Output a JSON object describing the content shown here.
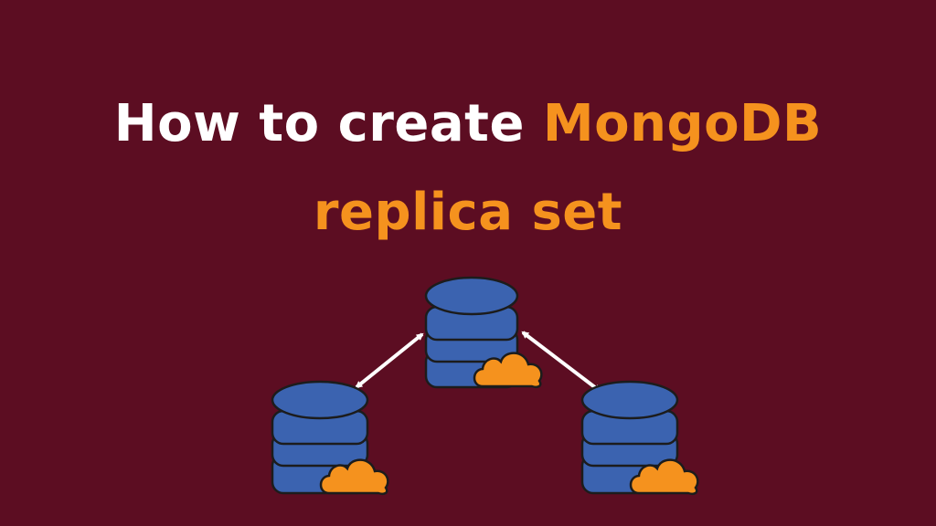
{
  "title": {
    "line1_white": "How to create ",
    "line1_orange": "MongoDB",
    "line2_orange": "replica set"
  },
  "colors": {
    "background": "#5c0d22",
    "title_white": "#ffffff",
    "accent_orange": "#f5921e",
    "database_blue": "#3b63b0",
    "outline": "#1c1c1c",
    "arrow": "#ffffff"
  },
  "icons": [
    "database-server-icon",
    "cloud-icon",
    "double-arrow-icon"
  ]
}
